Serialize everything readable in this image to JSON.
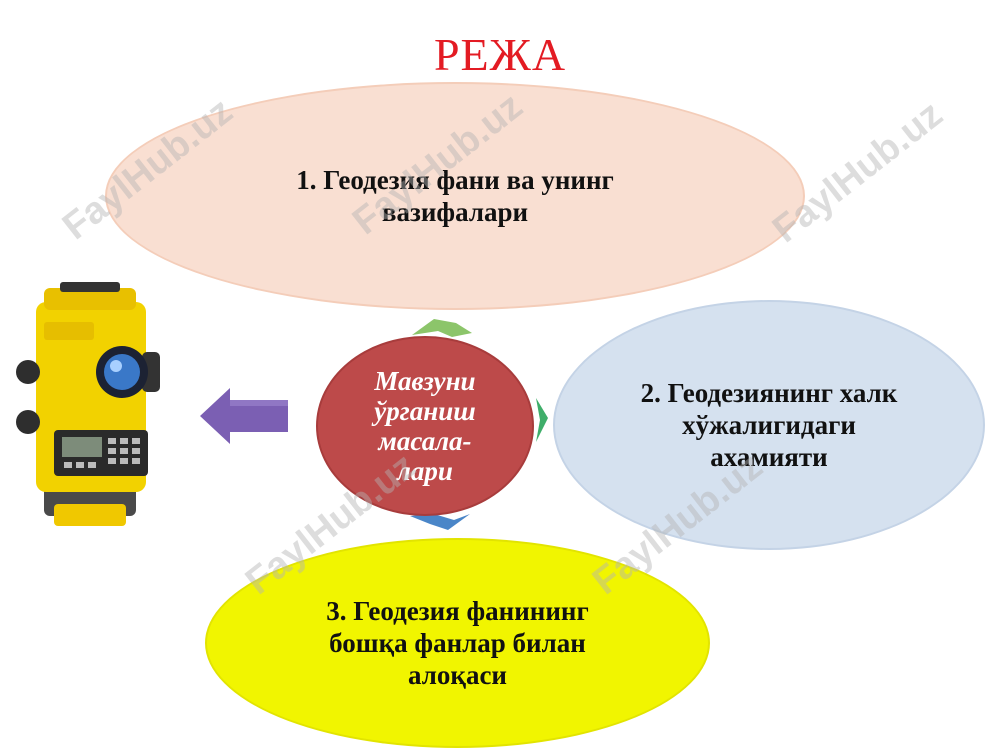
{
  "slide": {
    "title": "РЕЖА",
    "center": {
      "text": "Мавзуни\nўрганиш\nмасала-\nлари",
      "color": "#bd4a4a"
    },
    "items": [
      {
        "text": "1. Геодезия  фани ва унинг\nвазифалари",
        "color": "#f9dfd2"
      },
      {
        "text": "2. Геодезиянинг халк\nхўжалигидаги\nахамияти",
        "color": "#d5e1ef"
      },
      {
        "text": "3. Геодезия фанининг\nбошқа фанлар билан\nалоқаси",
        "color": "#f1f500"
      }
    ],
    "watermark": "FaylHub.uz",
    "image": {
      "icon": "total-station-image"
    }
  }
}
